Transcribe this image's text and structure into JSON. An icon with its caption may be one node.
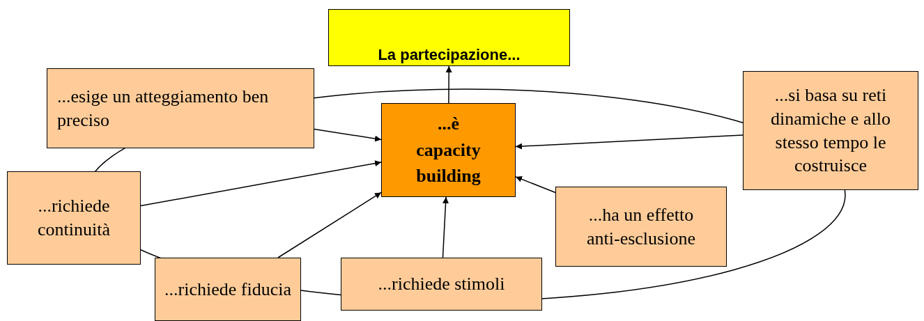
{
  "diagram": {
    "nodes": [
      {
        "text": [
          "**La partecipazione**..."
        ]
      },
      {
        "text": [
          "...è capacity building"
        ]
      },
      {
        "text": [
          "...esige un atteggiamento ben preciso"
        ]
      },
      {
        "text": [
          "...si basa su reti dinamiche e allo stesso tempo le costruisce"
        ]
      },
      {
        "text": [
          "...richiede continuità"
        ]
      },
      {
        "text": [
          "...ha un effetto anti-esclusione"
        ]
      },
      {
        "text": [
          "...richiede fiducia"
        ]
      },
      {
        "text": [
          "...richiede stimoli"
        ]
      }
    ],
    "edges": [
      {
        "from": 1,
        "to": 0,
        "arrow": "to"
      },
      {
        "from": 2,
        "to": 1,
        "arrow": "to"
      },
      {
        "from": 4,
        "to": 1,
        "arrow": "to"
      },
      {
        "from": 6,
        "to": 1,
        "arrow": "to"
      },
      {
        "from": 7,
        "to": 1,
        "arrow": "to"
      },
      {
        "from": 5,
        "to": 1,
        "arrow": "to"
      },
      {
        "from": 3,
        "to": 1,
        "arrow": "to"
      }
    ]
  }
}
